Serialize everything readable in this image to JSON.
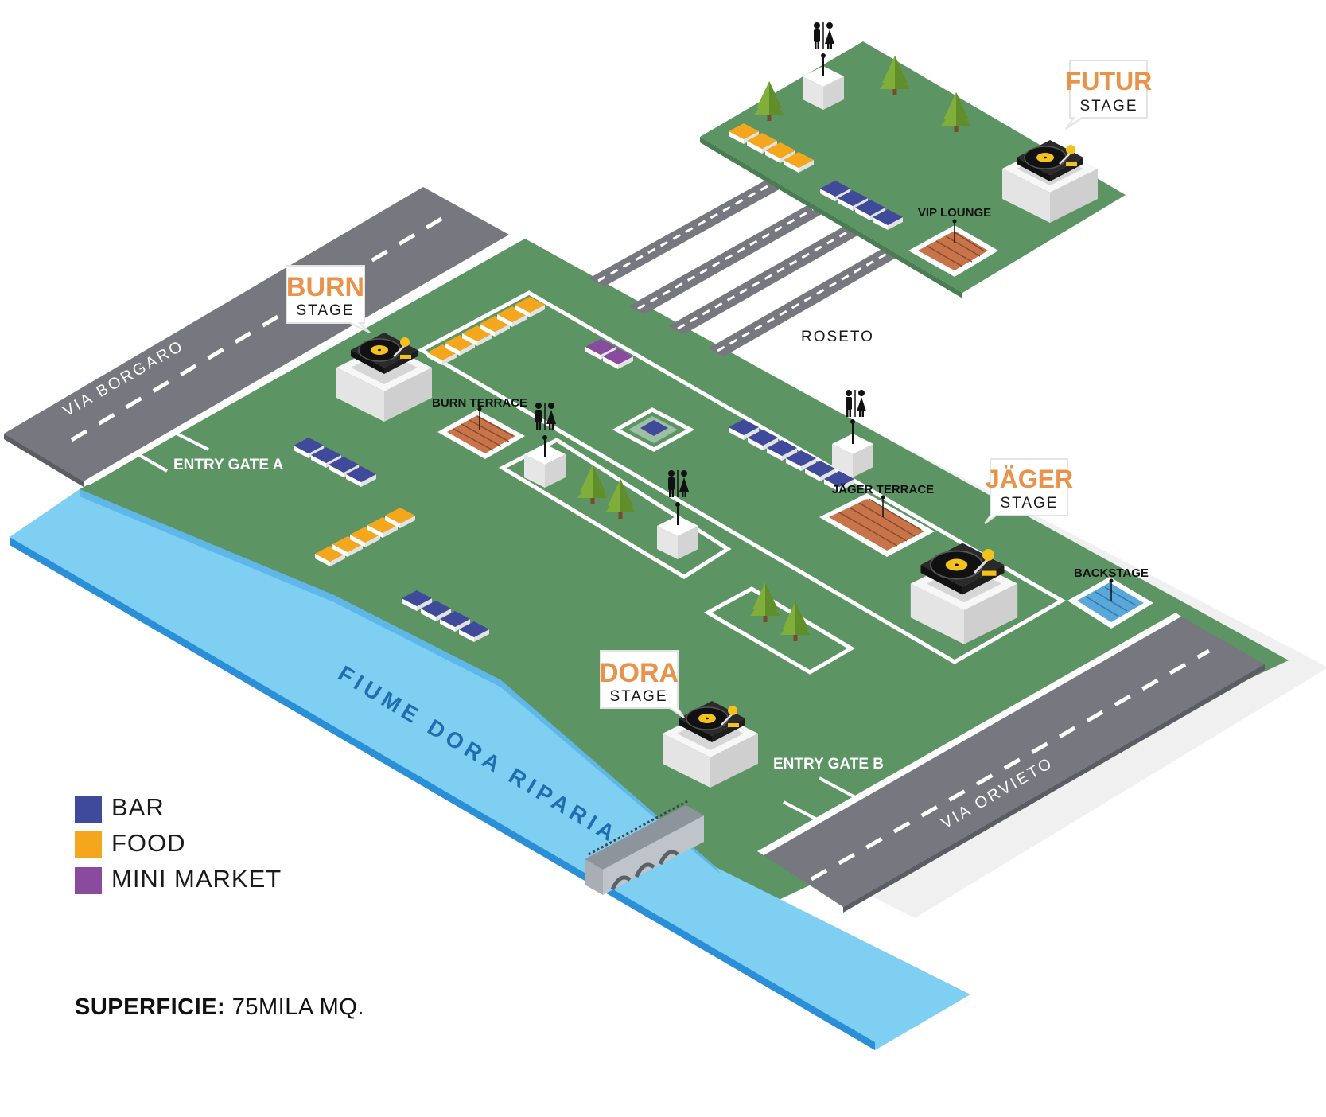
{
  "colors": {
    "grass": "#5c9464",
    "grass_dark": "#4a7d52",
    "road": "#77777f",
    "river": "#7ecff2",
    "river_edge": "#2a8fd6",
    "bar": "#3f4a9a",
    "food": "#f4a61c",
    "mini_market": "#8a4a9e",
    "stage_accent": "#e9924a",
    "deck": "#c8744a"
  },
  "stages": {
    "burn": {
      "name": "BURN",
      "sub": "STAGE"
    },
    "futur": {
      "name": "FUTUR",
      "sub": "STAGE"
    },
    "jager": {
      "name": "JÄGER",
      "sub": "STAGE"
    },
    "dora": {
      "name": "DORA",
      "sub": "STAGE"
    }
  },
  "labels": {
    "via_borgaro": "VIA BORGARO",
    "via_orvieto": "VIA ORVIETO",
    "entry_gate_a": "ENTRY GATE A",
    "entry_gate_b": "ENTRY GATE B",
    "roseto": "ROSETO",
    "river": "FIUME DORA RIPARIA",
    "burn_terrace": "BURN TERRACE",
    "jager_terrace": "JÄGER TERRACE",
    "vip_lounge": "VIP LOUNGE",
    "backstage": "BACKSTAGE"
  },
  "icons": [
    "restroom-icon",
    "turntable-icon",
    "tree-icon",
    "bridge-icon"
  ],
  "legend": [
    {
      "key": "bar",
      "label": "BAR",
      "color": "#3f4a9a"
    },
    {
      "key": "food",
      "label": "FOOD",
      "color": "#f4a61c"
    },
    {
      "key": "mini_market",
      "label": "MINI MARKET",
      "color": "#8a4a9e"
    }
  ],
  "area": {
    "label": "SUPERFICIE:",
    "value": "75MILA MQ."
  }
}
